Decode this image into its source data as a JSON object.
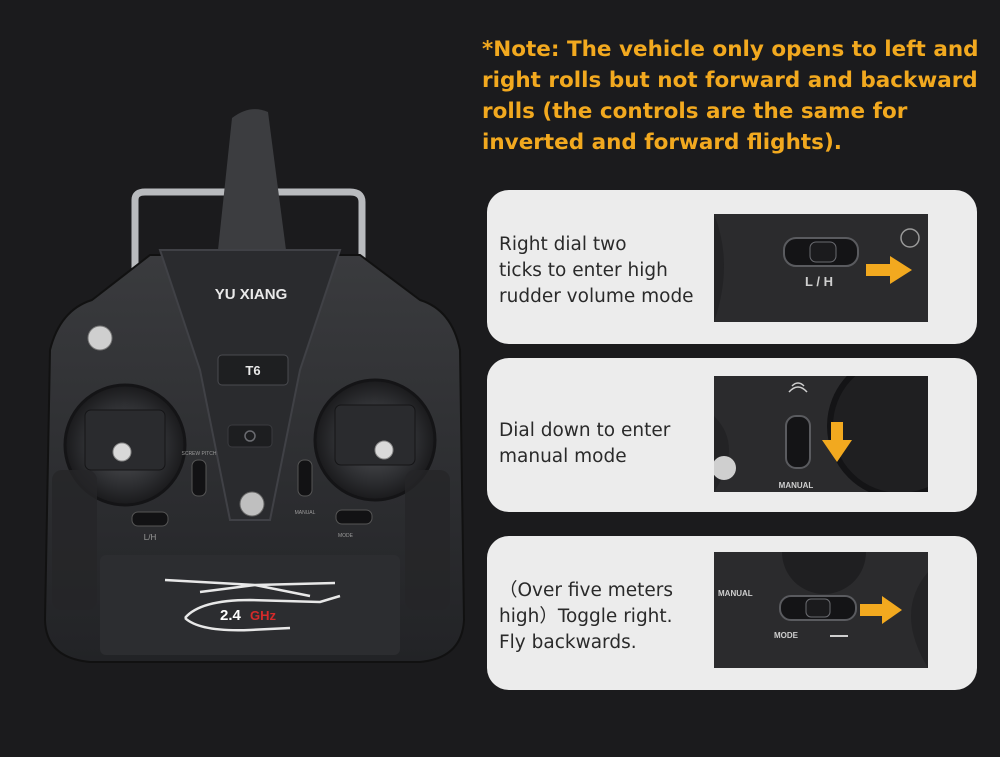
{
  "note": "*Note: The vehicle only opens to left and right rolls but not forward and backward rolls (the controls are the same for inverted and forward flights).",
  "remote": {
    "brand": "YU XIANG",
    "model": "T6",
    "band_number": "2.4",
    "band_unit": "GHz",
    "switch_lh": "L/H",
    "label_screw_pitch": "SCREW PITCH",
    "label_manual": "MANUAL",
    "label_mode": "MODE"
  },
  "cards": [
    {
      "text": "Right dial two\nticks to enter high\nrudder volume mode",
      "image_label": "L / H",
      "arrow": "right"
    },
    {
      "text": "Dial down to enter\nmanual mode",
      "image_label": "MANUAL",
      "arrow": "down"
    },
    {
      "text": "（Over five meters\nhigh）Toggle right.\nFly backwards.",
      "image_label_top": "MANUAL",
      "image_label": "MODE",
      "arrow": "right"
    }
  ],
  "colors": {
    "background": "#1b1b1d",
    "note": "#f2a91f",
    "card": "#ececec",
    "arrow": "#f2a91f",
    "band_unit": "#d42a2a"
  }
}
